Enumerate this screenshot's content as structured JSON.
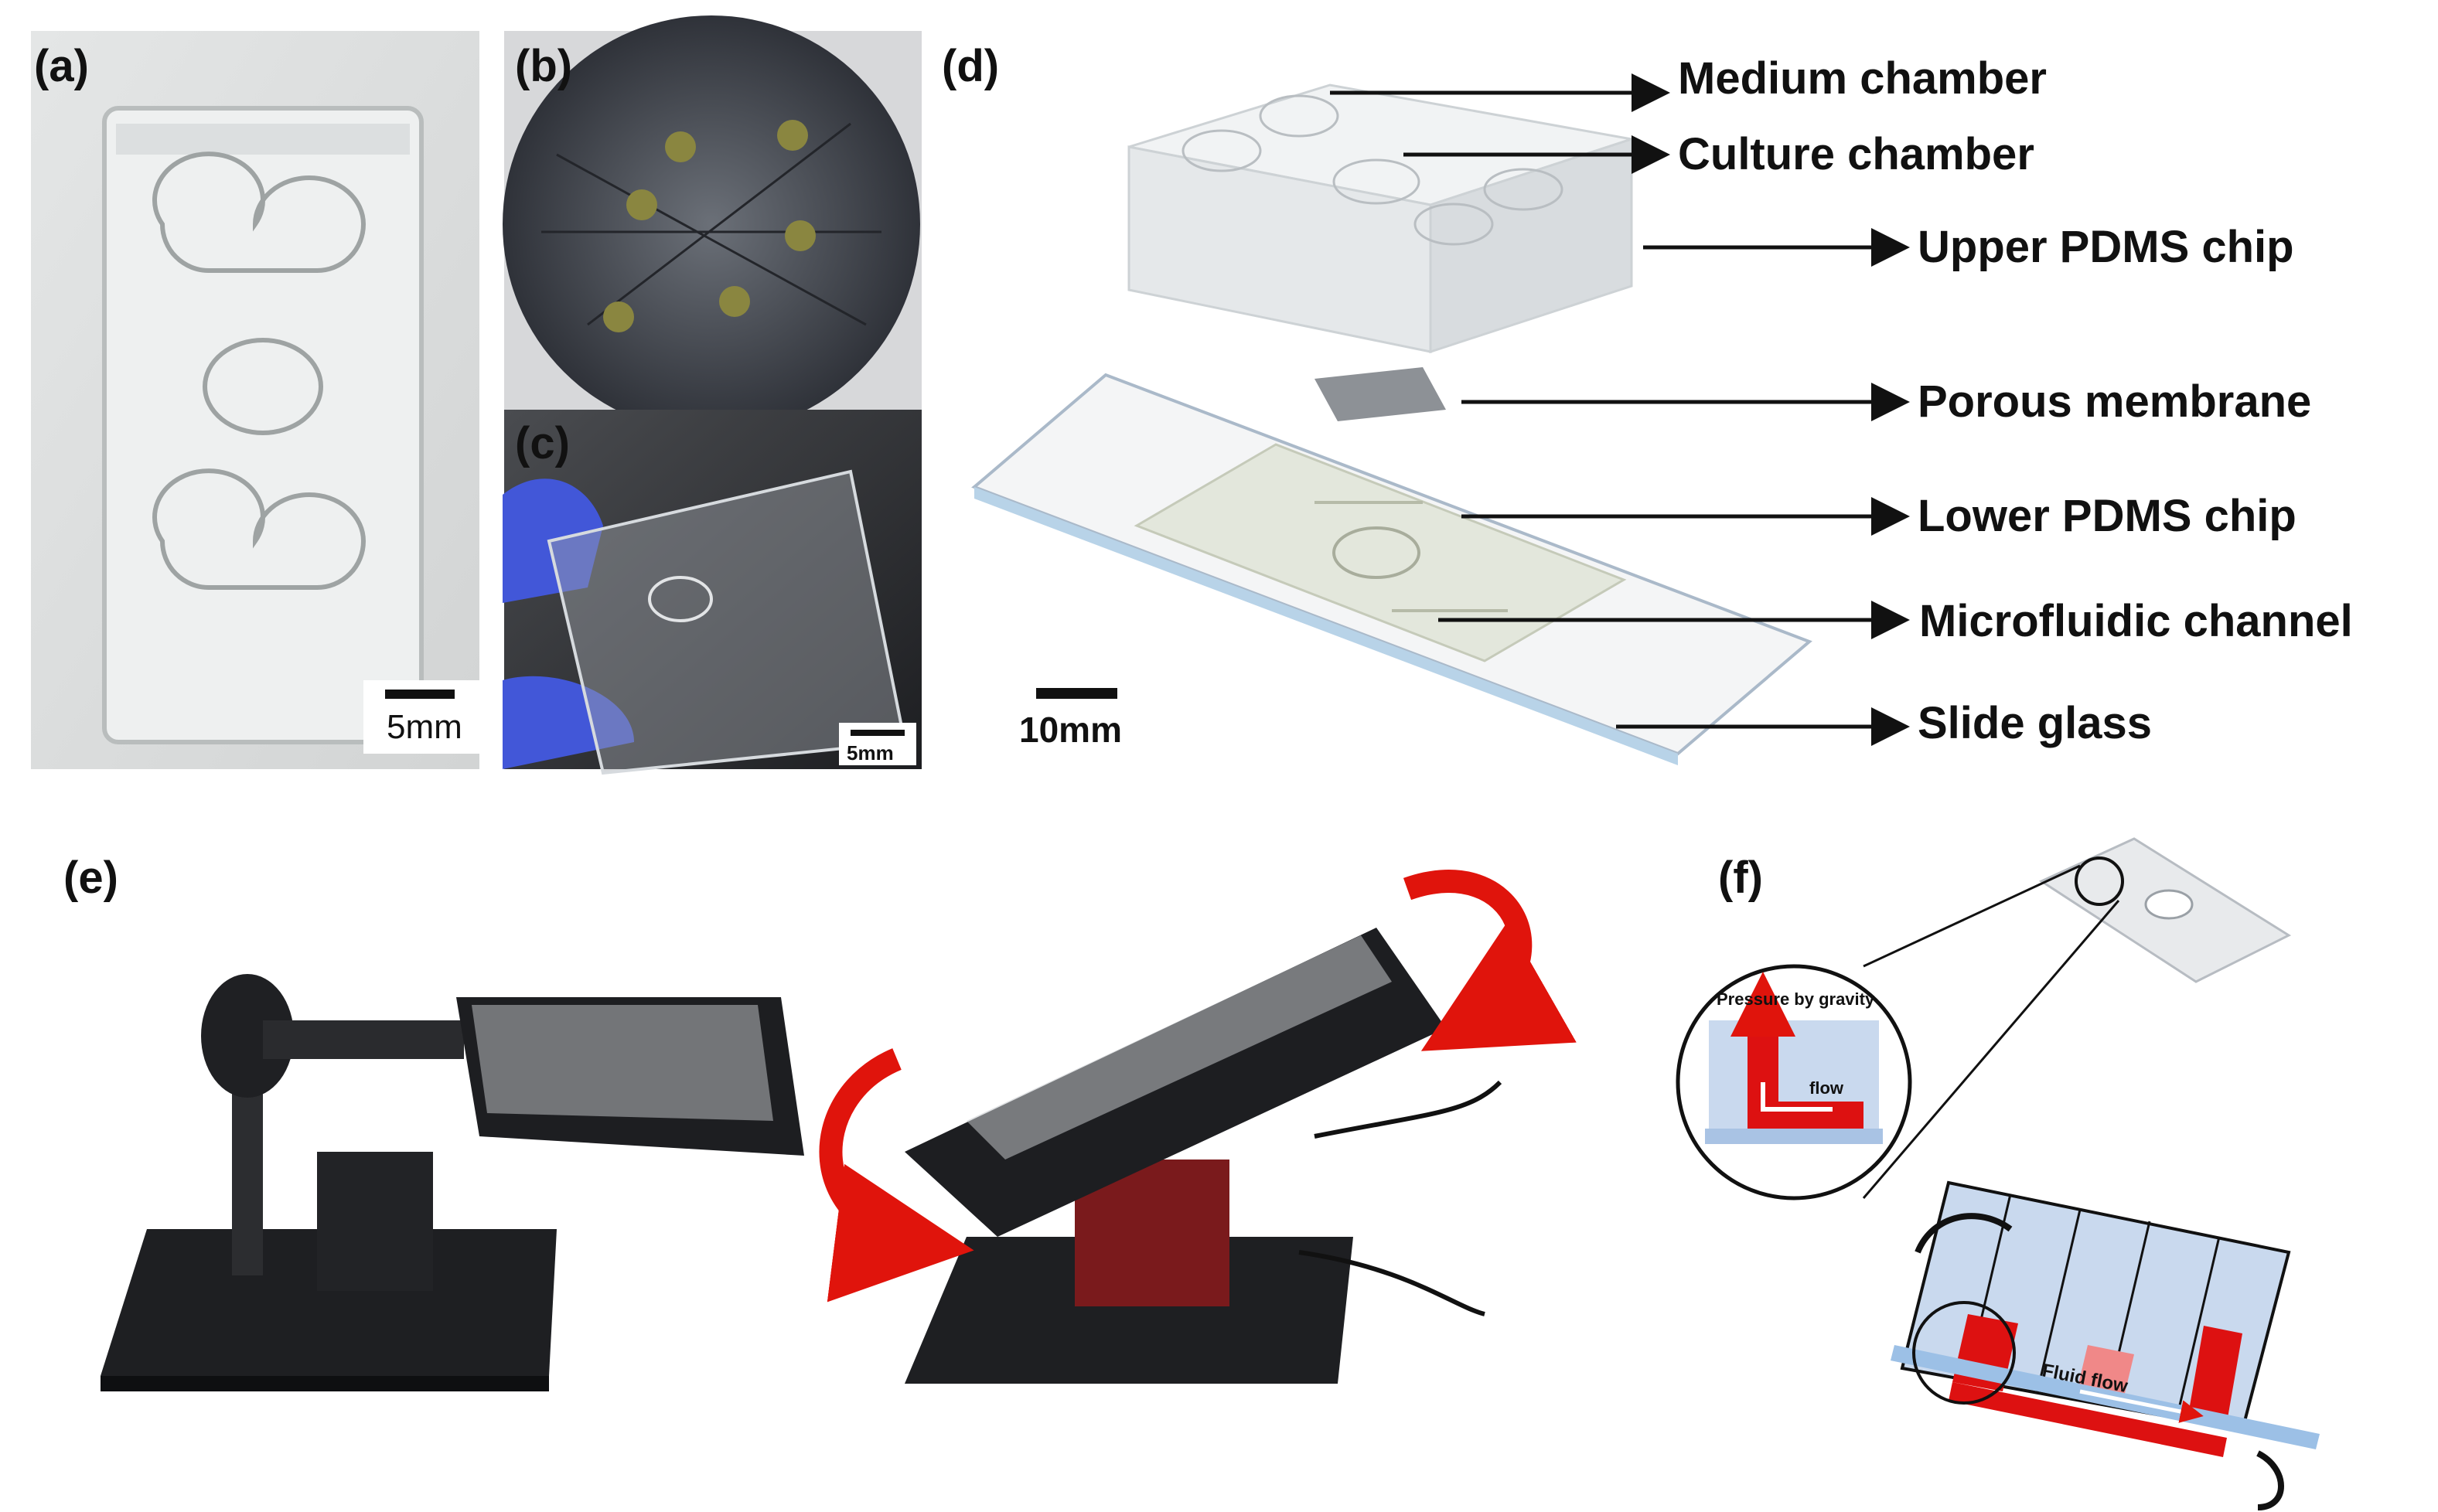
{
  "panels": {
    "a": {
      "letter": "(a)",
      "scale": "5mm"
    },
    "b": {
      "letter": "(b)"
    },
    "c": {
      "letter": "(c)",
      "scale": "5mm"
    },
    "d": {
      "letter": "(d)",
      "scale": "10mm",
      "labels": {
        "medium_chamber": "Medium chamber",
        "culture_chamber": "Culture chamber",
        "upper_pdms_chip": "Upper PDMS chip",
        "porous_membrane": "Porous membrane",
        "lower_pdms_chip": "Lower PDMS chip",
        "microfluidic_channel": "Microfluidic channel",
        "slide_glass": "Slide glass"
      }
    },
    "e": {
      "letter": "(e)"
    },
    "f": {
      "letter": "(f)",
      "pressure_label": "Pressure by gravity",
      "flow_label": "flow",
      "fluid_flow_label": "Fluid flow"
    }
  },
  "colors": {
    "arrow_red": "#e0140c",
    "pdms_blue": "#c9d9ee",
    "fluid_red": "#dd1111",
    "label_black": "#111111"
  }
}
